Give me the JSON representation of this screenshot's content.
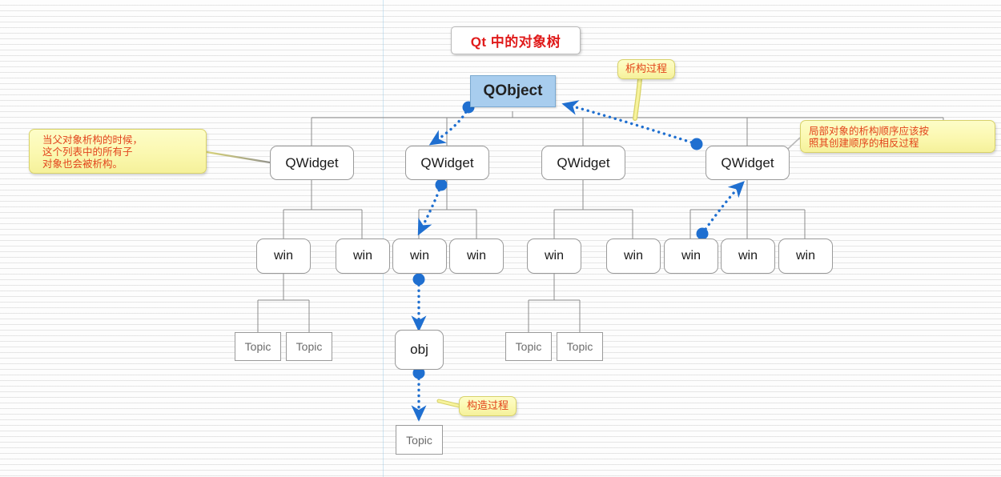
{
  "title": {
    "text": "Qt 中的对象树"
  },
  "colors": {
    "root_fill": "#a8cdee",
    "callout_fill": "#fbf8b0",
    "callout_text": "#e2441c",
    "arrow": "#1f6fd0",
    "line": "#8a8a8a",
    "title_text": "#e01b1b"
  },
  "nodes": {
    "root": {
      "label": "QObject"
    },
    "widgets": [
      {
        "label": "QWidget"
      },
      {
        "label": "QWidget"
      },
      {
        "label": "QWidget"
      },
      {
        "label": "QWidget"
      }
    ],
    "wins": [
      {
        "label": "win"
      },
      {
        "label": "win"
      },
      {
        "label": "win"
      },
      {
        "label": "win"
      },
      {
        "label": "win"
      },
      {
        "label": "win"
      },
      {
        "label": "win"
      },
      {
        "label": "win"
      },
      {
        "label": "win"
      }
    ],
    "topics_left": [
      {
        "label": "Topic"
      },
      {
        "label": "Topic"
      }
    ],
    "topics_mid": [
      {
        "label": "Topic"
      },
      {
        "label": "Topic"
      }
    ],
    "obj": {
      "label": "obj"
    },
    "topic_bottom": {
      "label": "Topic"
    }
  },
  "callouts": {
    "left": {
      "lines": [
        "当父对象析构的时候，",
        "这个列表中的所有子",
        "对象也会被析构。"
      ]
    },
    "right": {
      "lines": [
        "局部对象的析构顺序应该按",
        "照其创建顺序的相反过程"
      ]
    },
    "destruct_tag": {
      "lines": [
        "析构过程"
      ]
    },
    "construct_tag": {
      "lines": [
        "构造过程"
      ]
    }
  }
}
